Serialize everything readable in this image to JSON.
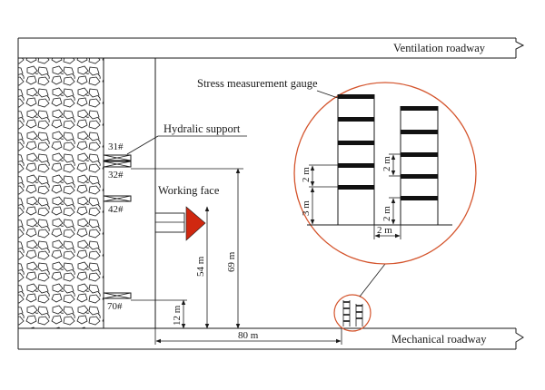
{
  "labels": {
    "ventilation_roadway": "Ventilation roadway",
    "mechanical_roadway": "Mechanical roadway",
    "stress_gauge": "Stress measurement gauge",
    "hydraulic_support": "Hydralic support",
    "working_face": "Working face",
    "support_31": "31#",
    "support_32": "32#",
    "support_42": "42#",
    "support_70": "70#"
  },
  "dimensions": {
    "d_69": "69 m",
    "d_54": "54 m",
    "d_12": "12 m",
    "d_80": "80 m",
    "gauge_spacing_left": "2 m",
    "gauge_offset_left": "3 m",
    "gauge_spacing_right": "2 m",
    "gauge_offset_right": "2 m",
    "gauge_column_gap": "2 m"
  },
  "colors": {
    "advance_arrow": "#d02810",
    "detail_circle": "#d4542c",
    "gauge_band": "#111111"
  }
}
